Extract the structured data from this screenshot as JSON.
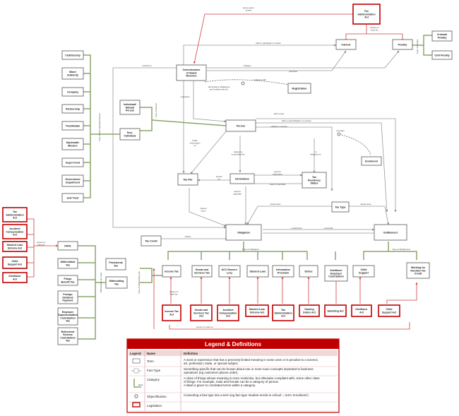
{
  "terms": {
    "tax_admin_act_top": [
      "The",
      "Administration",
      "Act"
    ],
    "interest": [
      "Interest"
    ],
    "penalty": [
      "Penalty"
    ],
    "criminal_penalty": [
      "Criminal",
      "Penalty"
    ],
    "civil_penalty": [
      "Civil Penalty"
    ],
    "commissioner": [
      "Commissioner",
      "of Inland",
      "Revenue"
    ],
    "registration": [
      "Registration"
    ],
    "club_society": [
      "Club/Society"
    ],
    "maori_authority": [
      "Maori",
      "Authority"
    ],
    "company": [
      "Company"
    ],
    "partnership": [
      "Partnership"
    ],
    "trust_estate": [
      "Trust/Estate"
    ],
    "diplomatic_mission": [
      "Diplomatic",
      "Mission"
    ],
    "super_fund": [
      "Super Fund"
    ],
    "govt_dept": [
      "Government",
      "Department"
    ],
    "unit_trust": [
      "Unit Trust"
    ],
    "individual": [
      "Individual/",
      "Natural",
      "Person"
    ],
    "non_individual": [
      "Non-",
      "Individual"
    ],
    "person": [
      "Person"
    ],
    "tax_type_top": [
      "Tax Type"
    ],
    "enrolment": [
      "Enrolment"
    ],
    "tax_file": [
      "Tax File"
    ],
    "information": [
      "Information"
    ],
    "tax_residency": [
      "Tax",
      "Residency",
      "Status"
    ],
    "tax_type": [
      "Tax Type"
    ],
    "obligation": [
      "Obligation"
    ],
    "entitlement": [
      "Entitlement"
    ],
    "tax_credit": [
      "Tax Credit"
    ],
    "leg_tax_admin_act": [
      "Tax",
      "Administration",
      "Act"
    ],
    "leg_student_acc": [
      "Accident",
      "Compensation",
      "Act"
    ],
    "leg_student_loan": [
      "Student Loan",
      "Scheme Act"
    ],
    "leg_child_support": [
      "Child",
      "Support Act"
    ],
    "leg_kiwisaver": [
      "KiwiSaver",
      "Act"
    ],
    "paye": [
      "PAYE"
    ],
    "withhold_tax": [
      "Withholdind",
      "Tax"
    ],
    "fringe_benefit": [
      "Fringe",
      "Benefit Tax"
    ],
    "foreign_dividend": [
      "Foreign",
      "Dividend",
      "Payment"
    ],
    "esct": [
      "Employer",
      "Superannuation",
      "Contribution",
      "Tax"
    ],
    "rsct": [
      "Retirement",
      "Scheme",
      "Contribution",
      "Tax"
    ],
    "provisional_tax": [
      "Provisional",
      "Tax"
    ],
    "withholding_tax": [
      "Withholding",
      "Tax"
    ],
    "income_tax": [
      "Income Tax"
    ],
    "gst": [
      "Goods and",
      "Services Tax"
    ],
    "acc_levy": [
      "ACC Earners'",
      "Levy"
    ],
    "student_loan": [
      "Student Loan"
    ],
    "info_provision": [
      "Information",
      "Provision"
    ],
    "duties": [
      "Duties"
    ],
    "kiwisaver_contrib": [
      "KiwiSaver",
      "Employer",
      "Contribution"
    ],
    "child_support": [
      "Child",
      "Support"
    ],
    "working_for_families": [
      "Working for",
      "Families Tax",
      "Credit"
    ],
    "income_tax_act": [
      "Income Tax",
      "Act"
    ],
    "gst_act": [
      "Goods and",
      "Services Tax",
      "Act"
    ],
    "acc_act": [
      "Accident",
      "Compensation",
      "Act"
    ],
    "student_loan_act": [
      "Student Loan",
      "Scheme Act"
    ],
    "tax_admin_act_bottom": [
      "Tax",
      "Administration",
      "Act"
    ],
    "gaming_duties_act": [
      "Gaming",
      "Duties Act"
    ],
    "gambling_act": [
      "Gambling Act"
    ],
    "kiwisaver_act": [
      "KiwiSaver",
      "Act"
    ],
    "child_support_act": [
      "Child",
      "Support Act"
    ]
  },
  "labels": {
    "gives_power": [
      "gives power",
      "to/sets"
    ],
    "source_of_rules_top": [
      "source of",
      "rules for"
    ],
    "type_of_penalty": "Type of Penalty",
    "fails_to_pay": "fails to pay/apply to review",
    "refunds_to": "refunds to",
    "charges": "charges",
    "overrides": "overrides",
    "registers_with": "registers with",
    "administers": [
      "administers obligations",
      "and entitlements for"
    ],
    "maintains": "maintains",
    "type_of_person": "Type of Person",
    "type_of_non_individual": "Type of Non-individual Person",
    "fails_to_pay_person": "fails to pay",
    "fails_to_meet": "fails to pay/obligation to receive",
    "eligible_to_receive": "eligible to receive",
    "provides": "provides",
    "is_assigned_to": [
      "is",
      "assigned to"
    ],
    "holds_info": [
      "holds",
      "information",
      "on"
    ],
    "relates_to": [
      "relates to",
      "is provided by"
    ],
    "stored_on": [
      "stored",
      "on"
    ],
    "used_to_determine": [
      "used to",
      "determine"
    ],
    "used_to_calculate": "used to calculate",
    "used_to_calculate2": [
      "used to",
      "calculate"
    ],
    "placed_upon": [
      "placed",
      "upon"
    ],
    "determines": "determines",
    "determines2": "determines",
    "offsets": "offsets",
    "underfunds": "underfunds",
    "overfunds": "overfunds",
    "source_of_rules_left": [
      "source of",
      "rules for"
    ],
    "withholding_tax_type": "Withholding Tax Type",
    "type_of_withholding": "Type of Withholding Tax",
    "type_of_obligation": "Type of Obligation",
    "type_of_entitlement": "Type of Entitlement",
    "source_of_rules_bottom": [
      "source of",
      "rules for"
    ],
    "source_of_rules_all": "source of rules for"
  },
  "legend": {
    "title": "Legend & Definitions",
    "col_legend": "Legend",
    "col_name": "Name",
    "col_definition": "Definition",
    "rows": [
      {
        "name": "Term",
        "definition": [
          "A word or expression that has a precisely limited meaning in some uses or is peculiar to a science,",
          "art, profession, trade, or special subject."
        ]
      },
      {
        "name": "Fact Type",
        "definition": [
          "Something specific that can be known about one or more noun concepts important to business",
          "operations (eg customers places order)."
        ]
      },
      {
        "name": "Category",
        "definition": [
          "A class of things whose meaning is more restrictive, but otherwise compliant with, some other class",
          "of things. For example, male and female can be a category of person.",
          "A label is given to correlated terms within a category."
        ]
      },
      {
        "name": "Objectification",
        "definition": [
          "Converting a fact type into a term (eg fact type 'student enrols in school' = term 'enrolment')"
        ]
      },
      {
        "name": "Legislation",
        "definition": [
          ""
        ]
      }
    ],
    "category_mark": "label"
  }
}
